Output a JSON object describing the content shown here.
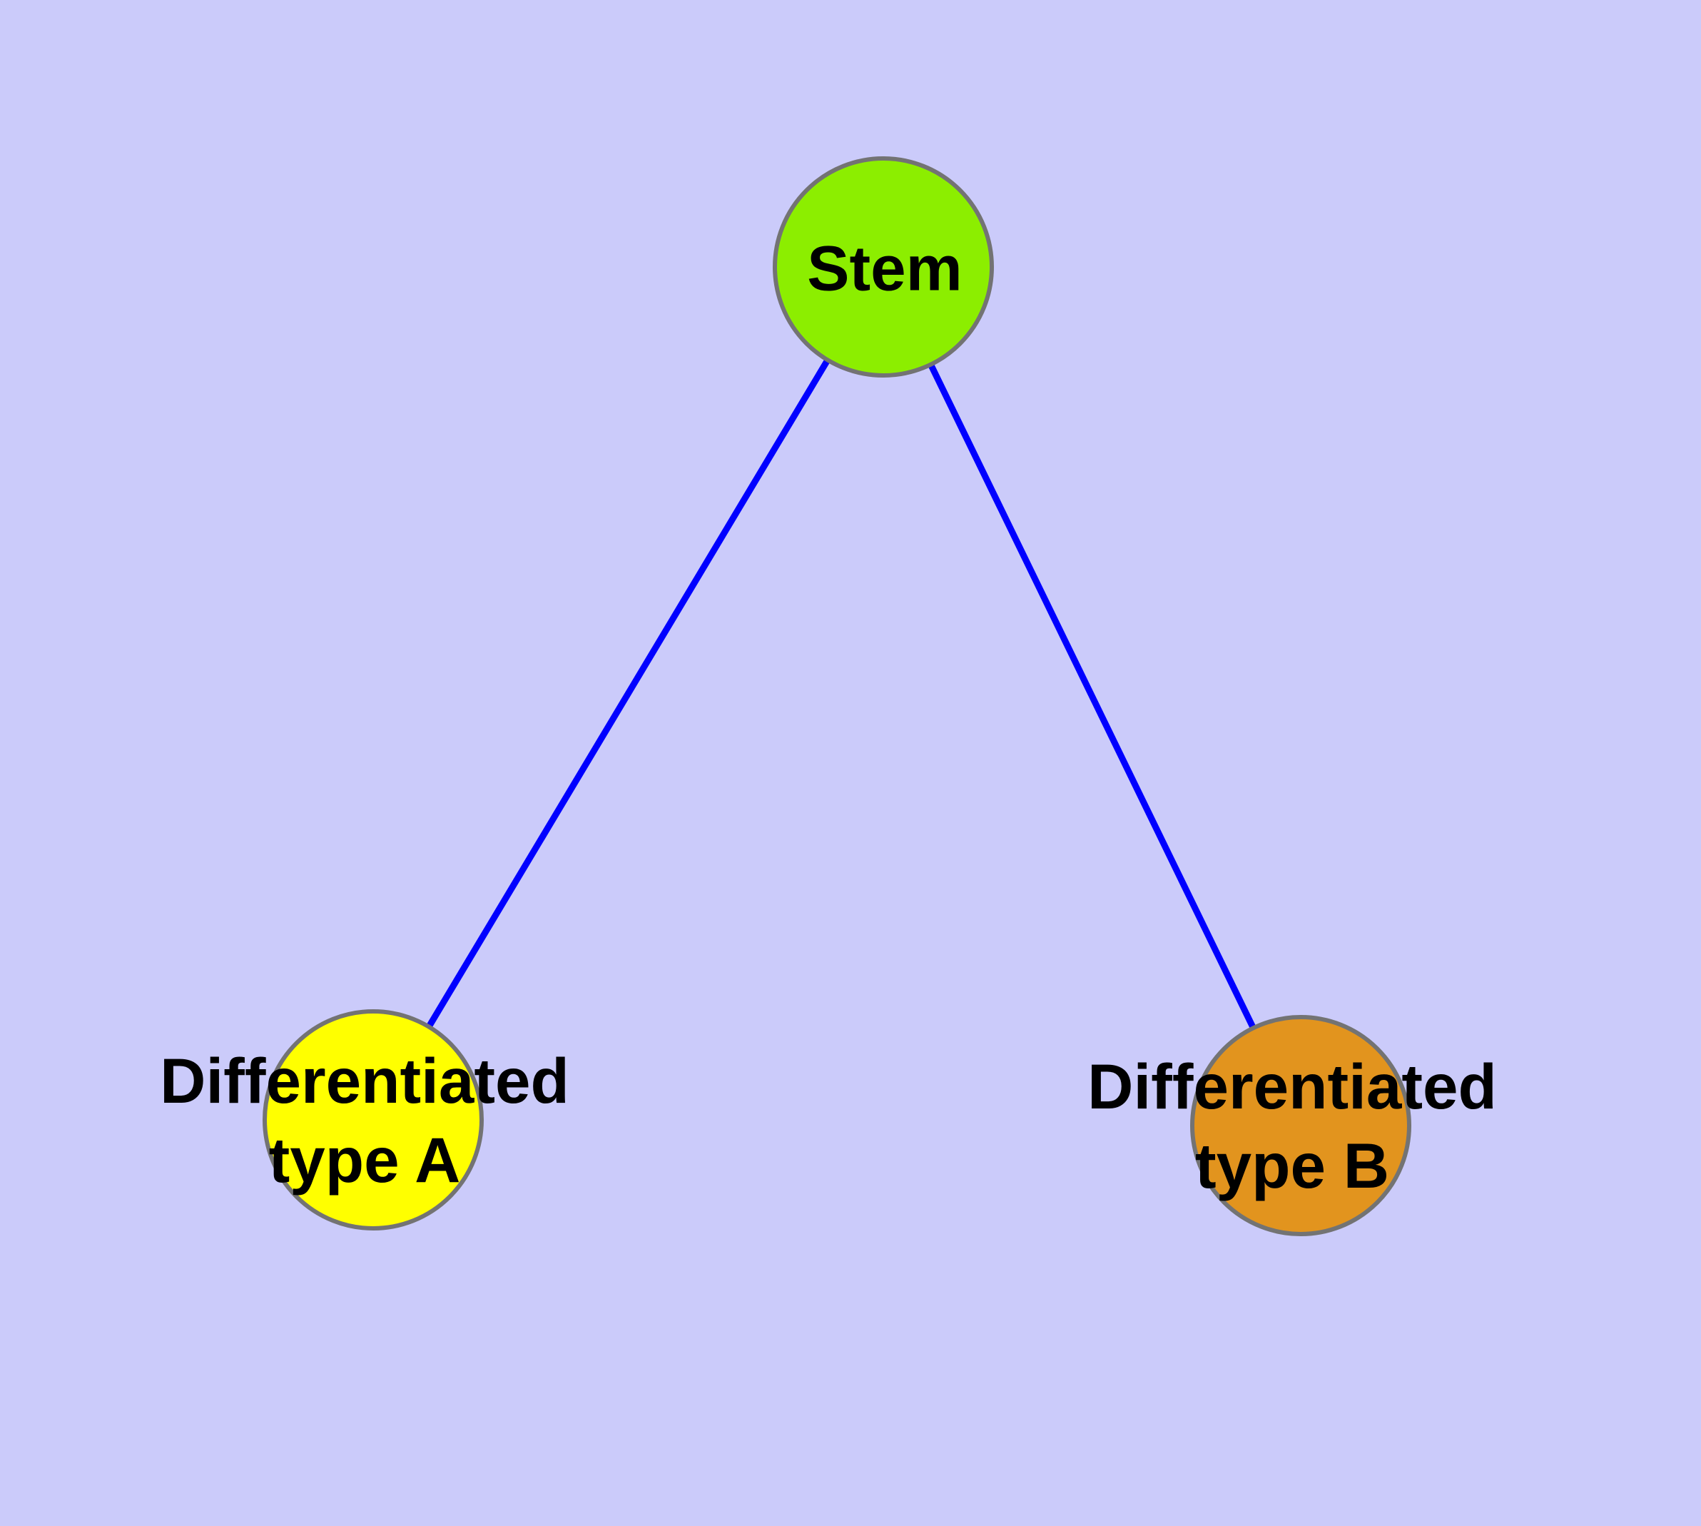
{
  "diagram": {
    "type": "graph",
    "description": "Cell differentiation tree: a stem node connected to two differentiated cell type nodes",
    "background_color": "#CBCBFA",
    "edge_color": "#0000FF",
    "node_border_color": "#737373",
    "label_color": "#000000",
    "nodes": [
      {
        "id": "stem",
        "label": "Stem",
        "fill": "#8CEE00"
      },
      {
        "id": "type-a",
        "label": "Differentiated\ntype A",
        "fill": "#FFFF00"
      },
      {
        "id": "type-b",
        "label": "Differentiated\ntype B",
        "fill": "#E2941E"
      }
    ],
    "edges": [
      {
        "from": "stem",
        "to": "type-a"
      },
      {
        "from": "stem",
        "to": "type-b"
      }
    ]
  }
}
